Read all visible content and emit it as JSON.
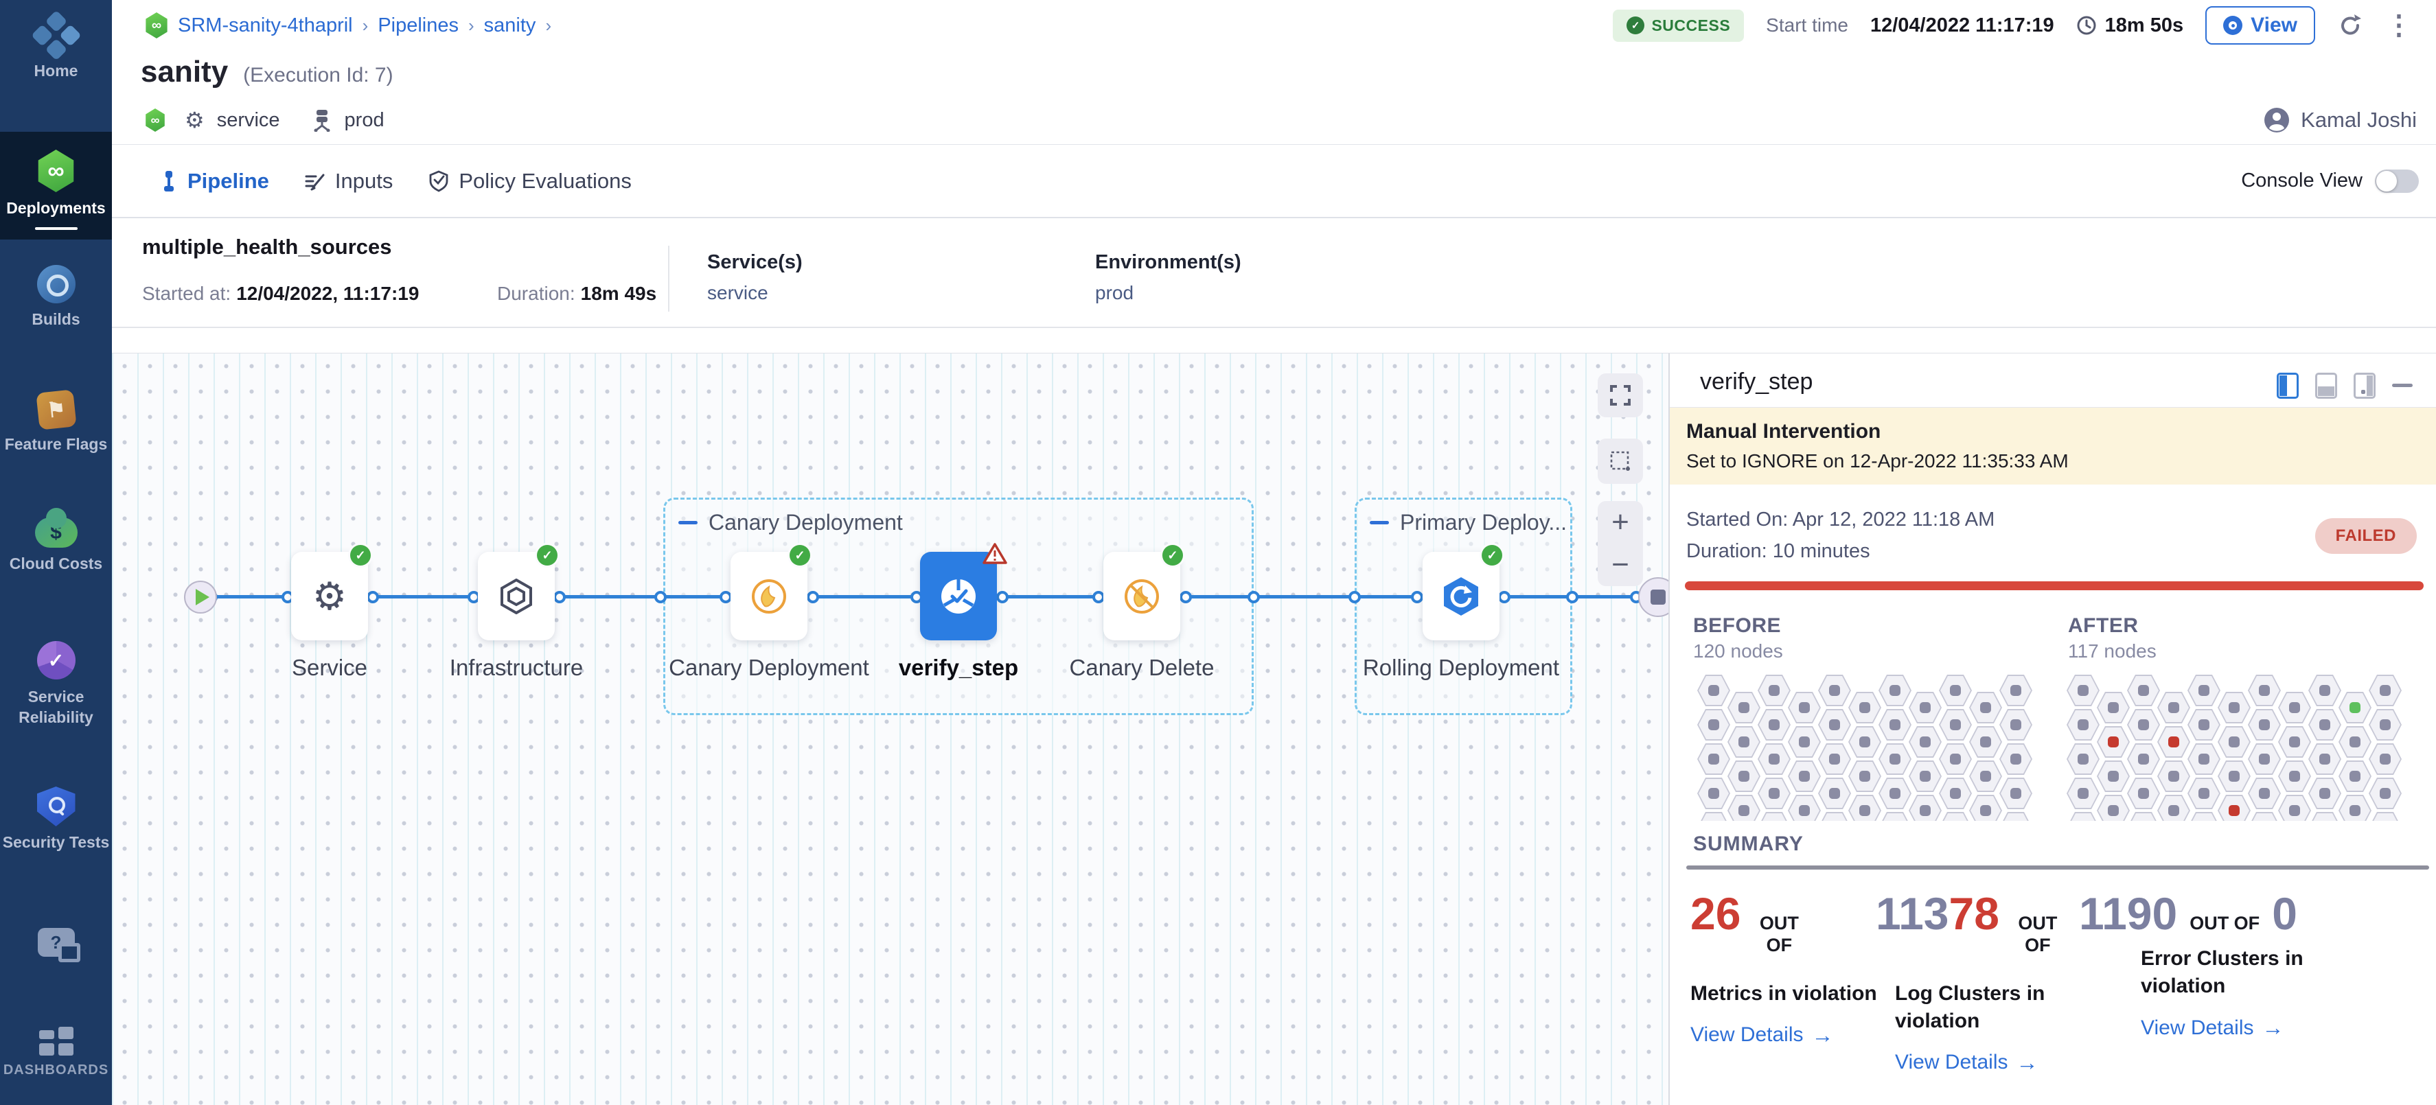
{
  "sidebar": {
    "items": [
      {
        "label": "Home"
      },
      {
        "label": "Deployments"
      },
      {
        "label": "Builds"
      },
      {
        "label": "Feature Flags"
      },
      {
        "label": "Cloud Costs"
      },
      {
        "label": "Service Reliability"
      },
      {
        "label": "Security Tests"
      },
      {
        "label": "DASHBOARDS"
      }
    ]
  },
  "breadcrumb": {
    "project": "SRM-sanity-4thapril",
    "section": "Pipelines",
    "page": "sanity"
  },
  "run": {
    "status": "SUCCESS",
    "start_time_label": "Start time",
    "start_time": "12/04/2022 11:17:19",
    "duration": "18m 50s",
    "view_label": "View"
  },
  "title": {
    "name": "sanity",
    "execution": "(Execution Id: 7)",
    "service_tag": "service",
    "env_tag": "prod",
    "user": "Kamal Joshi"
  },
  "tabs": {
    "pipeline": "Pipeline",
    "inputs": "Inputs",
    "policy": "Policy Evaluations",
    "console_view_label": "Console View"
  },
  "stage": {
    "name": "multiple_health_sources",
    "started_label": "Started at:",
    "started": "12/04/2022, 11:17:19",
    "duration_label": "Duration:",
    "duration": "18m 49s",
    "services_label": "Service(s)",
    "service": "service",
    "environments_label": "Environment(s)",
    "environment": "prod"
  },
  "graph": {
    "groups": [
      {
        "label": "Canary Deployment"
      },
      {
        "label": "Primary Deploy..."
      }
    ],
    "nodes": [
      {
        "label": "Service"
      },
      {
        "label": "Infrastructure"
      },
      {
        "label": "Canary Deployment"
      },
      {
        "label": "verify_step"
      },
      {
        "label": "Canary Delete"
      },
      {
        "label": "Rolling Deployment"
      }
    ]
  },
  "panel": {
    "title": "verify_step",
    "banner": {
      "title": "Manual Intervention",
      "subtitle": "Set to IGNORE on 12-Apr-2022 11:35:33 AM"
    },
    "started": "Started On: Apr 12, 2022 11:18 AM",
    "duration": "Duration: 10 minutes",
    "status": "FAILED",
    "before": {
      "label": "BEFORE",
      "nodes": "120 nodes"
    },
    "after": {
      "label": "AFTER",
      "nodes": "117 nodes"
    },
    "summary_label": "SUMMARY",
    "hex": {
      "cols": 11,
      "rows": 5,
      "before_special": {},
      "after_special": {
        "9-0": "green",
        "1-1": "red",
        "3-1": "red",
        "5-3": "red"
      }
    },
    "stats": [
      {
        "value": "26",
        "out_of": "OUT OF",
        "label": "Metrics in violation",
        "link": "View Details"
      },
      {
        "value_total": "113",
        "value": "78",
        "out_of": "OUT OF",
        "label": "Log Clusters in violation",
        "link": "View Details"
      },
      {
        "value_total": "1190",
        "out_of": "OUT OF",
        "value": "0",
        "label": "Error Clusters in violation",
        "link": "View Details"
      }
    ]
  },
  "colors": {
    "accent_blue": "#2E6FD6",
    "success_green": "#2E7D3C",
    "failed_red": "#BD3A2E",
    "node_blue": "#2B7DE2",
    "canary_orange": "#E8A33D"
  }
}
